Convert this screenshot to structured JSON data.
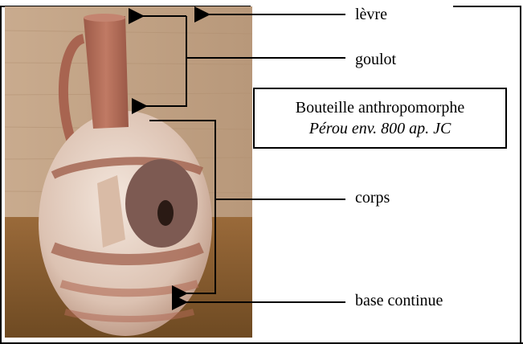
{
  "labels": {
    "levre": "lèvre",
    "goulot": "goulot",
    "corps": "corps",
    "base": "base continue"
  },
  "caption": {
    "line1": "Bouteille anthropomorphe",
    "line2": "Pérou env. 800 ap. JC"
  },
  "colors": {
    "wall": "#c8a98a",
    "table": "#8a5a2a",
    "clay_red": "#b06a55",
    "clay_light": "#ead7cc",
    "arrow": "#000000"
  }
}
